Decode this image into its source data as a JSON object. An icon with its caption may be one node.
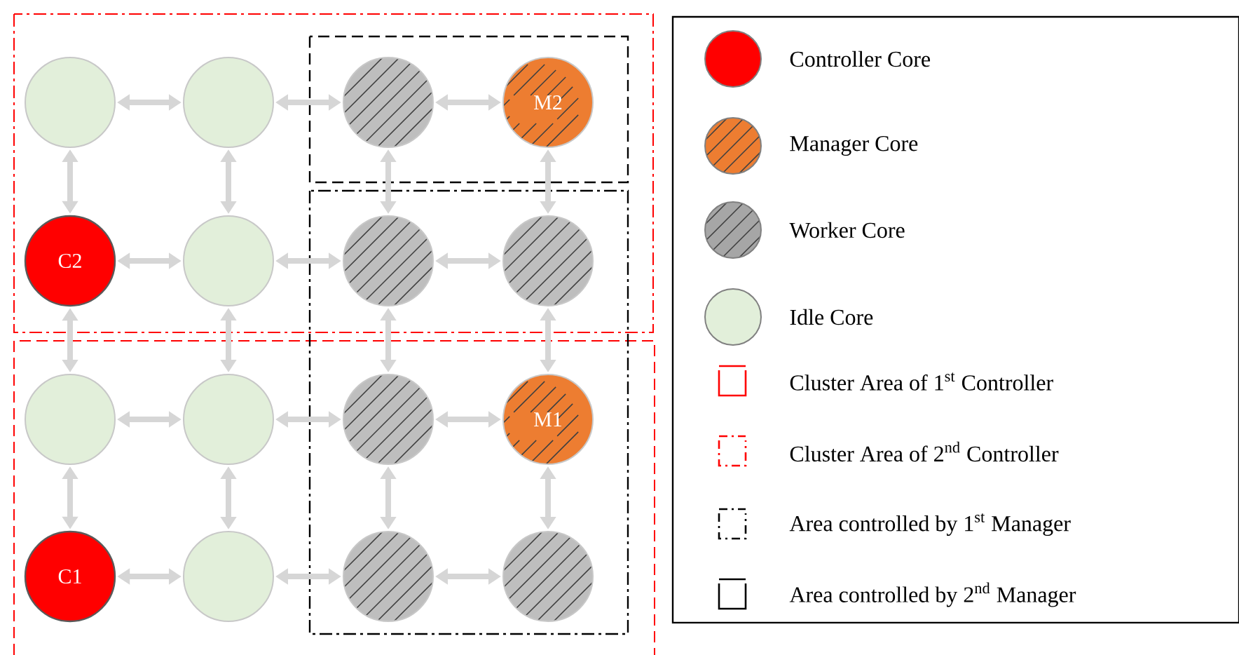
{
  "diagram": {
    "nodes": [
      {
        "text": [],
        "shape": "circle"
      },
      {
        "text": [],
        "shape": "circle"
      },
      {
        "text": [],
        "shape": "circle"
      },
      {
        "text": [
          "M2"
        ]
      },
      {
        "text": [
          "C2"
        ]
      },
      {
        "text": [],
        "shape": "circle"
      },
      {
        "text": [],
        "shape": "circle"
      },
      {
        "text": [],
        "shape": "circle"
      },
      {
        "text": [],
        "shape": "circle"
      },
      {
        "text": [],
        "shape": "circle"
      },
      {
        "text": [],
        "shape": "circle"
      },
      {
        "text": [
          "M1"
        ]
      },
      {
        "text": [
          "C1"
        ]
      },
      {
        "text": [],
        "shape": "circle"
      },
      {
        "text": [],
        "shape": "circle"
      },
      {
        "text": [],
        "shape": "circle"
      }
    ],
    "edges": [
      {
        "from": 0,
        "to": 1,
        "arrow": "both"
      },
      {
        "from": 1,
        "to": 2,
        "arrow": "both"
      },
      {
        "from": 2,
        "to": 3,
        "arrow": "both"
      },
      {
        "from": 4,
        "to": 5,
        "arrow": "both"
      },
      {
        "from": 5,
        "to": 6,
        "arrow": "both"
      },
      {
        "from": 6,
        "to": 7,
        "arrow": "both"
      },
      {
        "from": 8,
        "to": 9,
        "arrow": "both"
      },
      {
        "from": 9,
        "to": 10,
        "arrow": "both"
      },
      {
        "from": 10,
        "to": 11,
        "arrow": "both"
      },
      {
        "from": 12,
        "to": 13,
        "arrow": "both"
      },
      {
        "from": 13,
        "to": 14,
        "arrow": "both"
      },
      {
        "from": 14,
        "to": 15,
        "arrow": "both"
      },
      {
        "from": 0,
        "to": 4,
        "arrow": "both"
      },
      {
        "from": 4,
        "to": 8,
        "arrow": "both"
      },
      {
        "from": 8,
        "to": 12,
        "arrow": "both"
      },
      {
        "from": 1,
        "to": 5,
        "arrow": "both"
      },
      {
        "from": 5,
        "to": 9,
        "arrow": "both"
      },
      {
        "from": 9,
        "to": 13,
        "arrow": "both"
      },
      {
        "from": 2,
        "to": 6,
        "arrow": "both"
      },
      {
        "from": 6,
        "to": 10,
        "arrow": "both"
      },
      {
        "from": 10,
        "to": 14,
        "arrow": "both"
      },
      {
        "from": 3,
        "to": 7,
        "arrow": "both"
      },
      {
        "from": 7,
        "to": 11,
        "arrow": "both"
      },
      {
        "from": 11,
        "to": 15,
        "arrow": "both"
      }
    ],
    "legend": [
      {
        "text": "Controller Core",
        "color": "#ff0000"
      },
      {
        "text": "Manager Core",
        "color": "#ed7d31"
      },
      {
        "text": "Worker Core",
        "color": "#a6a6a6"
      },
      {
        "text": "Idle Core",
        "color": "#e2efda"
      },
      {
        "text": "Cluster Area of 1$^{st}$ Controller"
      },
      {
        "text": "Cluster Area of 2$^{nd}$ Controller"
      },
      {
        "text": "Area controlled by 1$^{st}$ Manager"
      },
      {
        "text": "Area controlled by 2$^{nd}$ Manager"
      }
    ]
  }
}
